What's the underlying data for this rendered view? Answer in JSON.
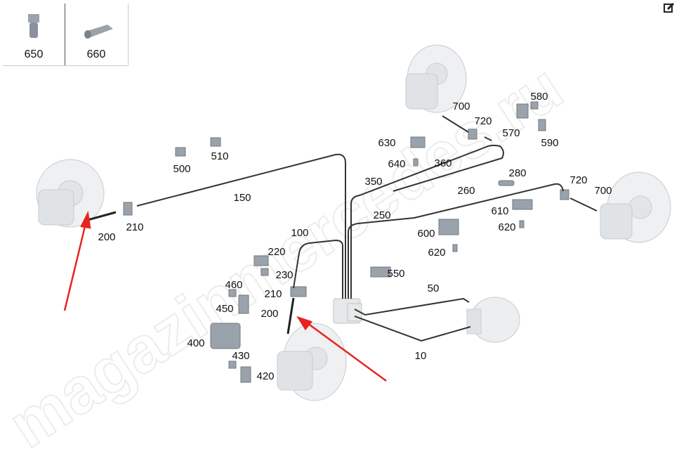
{
  "watermark": "magazinmercedes.ru",
  "thumbnails": [
    {
      "label": "650"
    },
    {
      "label": "660"
    }
  ],
  "edit_icon": "edit-icon",
  "arrow_color": "#e8231f",
  "callouts": [
    "700",
    "720",
    "580",
    "570",
    "590",
    "630",
    "640",
    "360",
    "500",
    "510",
    "150",
    "350",
    "280",
    "720",
    "700",
    "260",
    "250",
    "610",
    "620",
    "600",
    "620",
    "200",
    "210",
    "100",
    "220",
    "230",
    "460",
    "210",
    "450",
    "200",
    "550",
    "50",
    "400",
    "430",
    "420",
    "10"
  ]
}
